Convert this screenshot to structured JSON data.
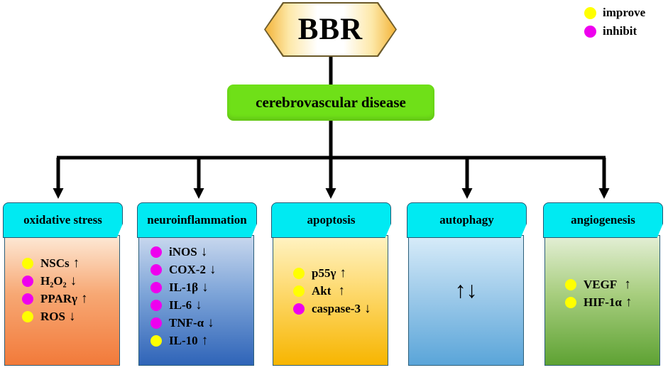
{
  "root": {
    "label": "BBR"
  },
  "disease": {
    "label": "cerebrovascular disease"
  },
  "legend": [
    {
      "label": "improve",
      "color": "#ffff00"
    },
    {
      "label": "inhibit",
      "color": "#ee00ee"
    }
  ],
  "colors": {
    "improve": "#ffff00",
    "inhibit": "#ee00ee",
    "header": "#00eaf2",
    "disease": "#6fe018"
  },
  "cards": [
    {
      "title": "oxidative stress",
      "items": [
        {
          "text": "NSCs",
          "arrow": "↑",
          "effect": "improve"
        },
        {
          "text": "H₂O₂",
          "arrow": "↓",
          "effect": "inhibit"
        },
        {
          "text": "PPARγ",
          "arrow": "↑",
          "effect": "inhibit"
        },
        {
          "text": "ROS",
          "arrow": "↓",
          "effect": "improve"
        }
      ]
    },
    {
      "title": "neuroinflammation",
      "items": [
        {
          "text": "iNOS",
          "arrow": "↓",
          "effect": "inhibit"
        },
        {
          "text": "COX-2",
          "arrow": "↓",
          "effect": "inhibit"
        },
        {
          "text": "IL-1β",
          "arrow": "↓",
          "effect": "inhibit"
        },
        {
          "text": "IL-6",
          "arrow": "↓",
          "effect": "inhibit"
        },
        {
          "text": "TNF-α",
          "arrow": "↓",
          "effect": "inhibit"
        },
        {
          "text": "IL-10",
          "arrow": "↑",
          "effect": "improve"
        }
      ]
    },
    {
      "title": "apoptosis",
      "items": [
        {
          "text": "p55γ",
          "arrow": "↑",
          "effect": "improve"
        },
        {
          "text": "Akt",
          "arrow": "↑",
          "effect": "improve"
        },
        {
          "text": "caspase-3",
          "arrow": "↓",
          "effect": "inhibit"
        }
      ]
    },
    {
      "title": "autophagy",
      "center_text": "↑↓",
      "items": []
    },
    {
      "title": "angiogenesis",
      "items": [
        {
          "text": "VEGF",
          "arrow": "↑",
          "effect": "improve"
        },
        {
          "text": "HIF-1α",
          "arrow": "↑",
          "effect": "improve"
        }
      ]
    }
  ]
}
